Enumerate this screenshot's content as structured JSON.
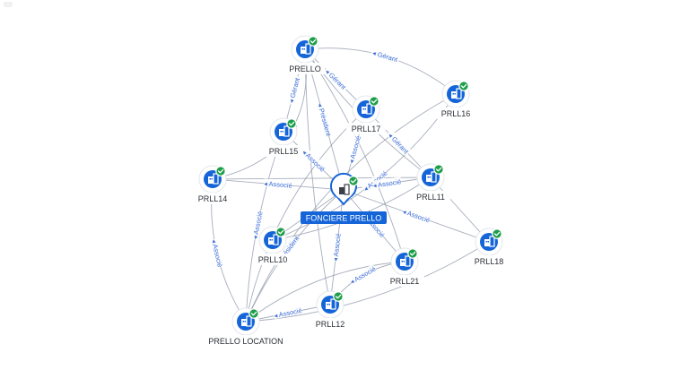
{
  "graph": {
    "center": {
      "id": "FONCIERE",
      "label": "FONCIERE PRELLO",
      "icon": "building-icon",
      "status": "verified-check-icon"
    },
    "nodes": [
      {
        "id": "PRELLO",
        "label": "PRELLO",
        "icon": "building-icon"
      },
      {
        "id": "PRLL16",
        "label": "PRLL16",
        "icon": "building-icon"
      },
      {
        "id": "PRLL17",
        "label": "PRLL17",
        "icon": "building-icon"
      },
      {
        "id": "PRLL15",
        "label": "PRLL15",
        "icon": "building-icon"
      },
      {
        "id": "PRLL14",
        "label": "PRLL14",
        "icon": "building-icon"
      },
      {
        "id": "PRLL11",
        "label": "PRLL11",
        "icon": "building-icon"
      },
      {
        "id": "PRLL10",
        "label": "PRLL10",
        "icon": "building-icon"
      },
      {
        "id": "PRLL18",
        "label": "PRLL18",
        "icon": "building-icon"
      },
      {
        "id": "PRLL21",
        "label": "PRLL21",
        "icon": "building-icon"
      },
      {
        "id": "PRLL12",
        "label": "PRLL12",
        "icon": "building-icon"
      },
      {
        "id": "PRELLO_LOCATION",
        "label": "PRELLO LOCATION",
        "icon": "building-icon"
      }
    ],
    "edges": [
      {
        "from": "PRELLO",
        "to": "PRLL16",
        "label": "Gérant"
      },
      {
        "from": "PRELLO",
        "to": "PRLL15",
        "label": "Gérant"
      },
      {
        "from": "PRELLO",
        "to": "PRLL14",
        "label": "Gérant"
      },
      {
        "from": "PRELLO",
        "to": "FONCIERE",
        "label": "Président"
      },
      {
        "from": "PRELLO",
        "to": "PRLL17",
        "label": "Gérant"
      },
      {
        "from": "PRELLO",
        "to": "PRLL11",
        "label": ""
      },
      {
        "from": "PRELLO",
        "to": "PRLL12",
        "label": ""
      },
      {
        "from": "PRELLO",
        "to": "PRLL21",
        "label": ""
      },
      {
        "from": "PRLL17",
        "to": "FONCIERE",
        "label": "Associé"
      },
      {
        "from": "PRLL17",
        "to": "PRLL11",
        "label": "Gérant"
      },
      {
        "from": "PRLL16",
        "to": "PRLL10",
        "label": "Associé"
      },
      {
        "from": "FONCIERE",
        "to": "PRLL14",
        "label": "Associé"
      },
      {
        "from": "FONCIERE",
        "to": "PRLL11",
        "label": "Associé"
      },
      {
        "from": "FONCIERE",
        "to": "PRLL18",
        "label": "Associé"
      },
      {
        "from": "FONCIERE",
        "to": "PRLL21",
        "label": "Associé"
      },
      {
        "from": "FONCIERE",
        "to": "PRLL12",
        "label": "Associé"
      },
      {
        "from": "FONCIERE",
        "to": "PRLL15",
        "label": "Associé"
      },
      {
        "from": "FONCIERE",
        "to": "PRLL10",
        "label": ""
      },
      {
        "from": "FONCIERE",
        "to": "PRELLO_LOCATION",
        "label": "Président"
      },
      {
        "from": "PRLL14",
        "to": "PRELLO_LOCATION",
        "label": "Associé"
      },
      {
        "from": "PRLL14",
        "to": "PRLL11",
        "label": ""
      },
      {
        "from": "PRLL15",
        "to": "PRELLO_LOCATION",
        "label": "Associé"
      },
      {
        "from": "PRELLO_LOCATION",
        "to": "PRLL12",
        "label": "Associé"
      },
      {
        "from": "PRLL12",
        "to": "PRLL21",
        "label": "Associé"
      },
      {
        "from": "PRELLO_LOCATION",
        "to": "PRLL21",
        "label": ""
      },
      {
        "from": "PRELLO_LOCATION",
        "to": "PRLL18",
        "label": ""
      },
      {
        "from": "PRELLO_LOCATION",
        "to": "PRLL16",
        "label": ""
      },
      {
        "from": "PRELLO_LOCATION",
        "to": "PRLL17",
        "label": ""
      },
      {
        "from": "PRLL10",
        "to": "PRLL11",
        "label": ""
      },
      {
        "from": "PRLL11",
        "to": "PRLL18",
        "label": ""
      }
    ]
  },
  "colors": {
    "node": "#1565d8",
    "badge": "#1e9e4a",
    "edge_label": "#3d6fd8",
    "edge": "#8a93a6"
  }
}
